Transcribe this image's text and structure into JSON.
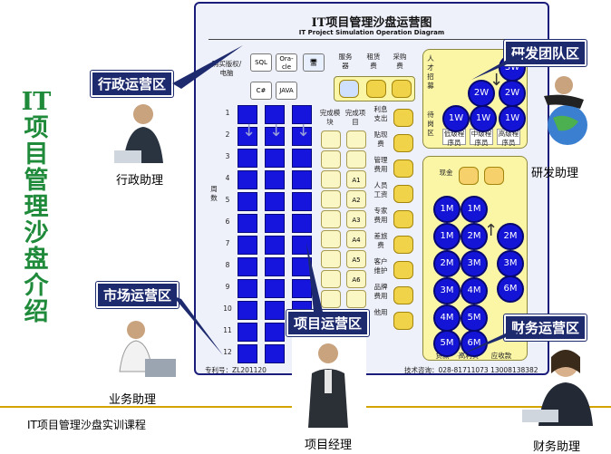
{
  "page_title": "IT项目管理沙盘介绍",
  "footer": "IT项目管理沙盘实训课程",
  "board": {
    "title": "IT项目管理沙盘运营图",
    "subtitle": "IT Project Simulation Operation Diagram",
    "admin_header": "购买版权/电脑",
    "chips": [
      "SQL",
      "Ora-cle",
      "C#",
      "JAVA"
    ],
    "resource_headers": [
      "服务器",
      "租赁费",
      "采购费"
    ],
    "weeks_label": "周数",
    "week_numbers": [
      "1",
      "2",
      "3",
      "4",
      "5",
      "6",
      "7",
      "8",
      "9",
      "10",
      "11",
      "12"
    ],
    "module_header": "完成模块",
    "project_header": "完成项目",
    "project_slots": [
      "A1",
      "A2",
      "A3",
      "A4",
      "A5",
      "A6"
    ],
    "cost_labels": [
      "利息支出",
      "贴现费",
      "管理费用",
      "人员工资",
      "专家费用",
      "差旅费",
      "客户维护",
      "品牌费用",
      "他用"
    ],
    "talent_label": "人才招募",
    "standby_label": "待岗区",
    "dev_levels": [
      "低级程序员",
      "中级程序员",
      "高级程序员"
    ],
    "cash_label": "现金",
    "finance_labels": [
      "贷款",
      "高利贷",
      "应收款"
    ],
    "footer_left": "专利号：ZL201120",
    "footer_right": "技术咨询：028-81711073  13008138382",
    "badges_dev": [
      "3W",
      "2W",
      "2W",
      "1W",
      "1W",
      "1W"
    ],
    "badges_fin": [
      "1M",
      "1M",
      "1M",
      "2M",
      "2M",
      "2M",
      "3M",
      "3M",
      "3M",
      "4M",
      "4M",
      "5M",
      "5M",
      "6M",
      "6M"
    ]
  },
  "callouts": {
    "admin": "行政运营区",
    "rnd": "研发团队区",
    "market": "市场运营区",
    "project": "项目运营区",
    "finance": "财务运营区"
  },
  "roles": {
    "admin": "行政助理",
    "rnd": "研发助理",
    "market": "业务助理",
    "pm": "项目经理",
    "finance": "财务助理"
  }
}
